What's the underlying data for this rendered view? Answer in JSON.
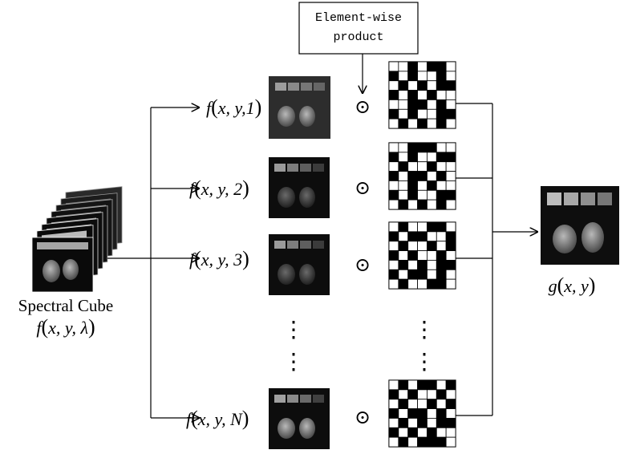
{
  "annotation": {
    "line1": "Element-wise",
    "line2": "product"
  },
  "source": {
    "label_line1": "Spectral Cube",
    "func": "f",
    "vars": "x, y, λ"
  },
  "bands": [
    {
      "func": "f",
      "vars": "x, y,1"
    },
    {
      "func": "f",
      "vars": "x, y, 2"
    },
    {
      "func": "f",
      "vars": "x, y, 3"
    },
    {
      "func": "f",
      "vars": "x, y, N"
    }
  ],
  "operator_symbol": "⊙",
  "ellipsis": "⋮",
  "output": {
    "func": "g",
    "vars": "x, y"
  },
  "masks": [
    [
      "0010110",
      "1010010",
      "0101011",
      "1010100",
      "0011010",
      "1010011",
      "0101010"
    ],
    [
      "0011100",
      "1010011",
      "0100100",
      "1011010",
      "0010100",
      "1010011",
      "0101010"
    ],
    [
      "0100110",
      "1011001",
      "0100101",
      "1010010",
      "0101011",
      "1011010",
      "0100110"
    ],
    [
      "0101101",
      "1010010",
      "0100101",
      "1011010",
      "0101011",
      "1010100",
      "0101110"
    ]
  ],
  "colors": {
    "stroke": "#000000",
    "image_bg": "#0c0c0c",
    "patch_gray": "#8a8a8a",
    "fruit_gray": "#6f6f6f"
  }
}
